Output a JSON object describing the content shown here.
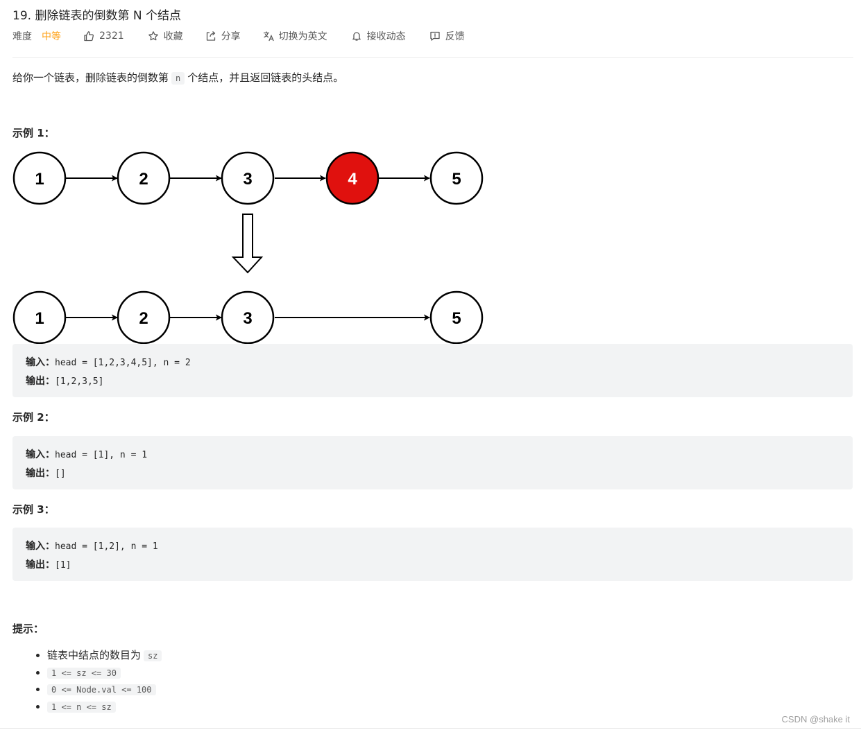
{
  "problem": {
    "title": "19. 删除链表的倒数第 N 个结点"
  },
  "meta": {
    "difficulty_label": "难度",
    "difficulty_value": "中等",
    "likes": "2321",
    "favorite": "收藏",
    "share": "分享",
    "translate": "切换为英文",
    "subscribe": "接收动态",
    "feedback": "反馈"
  },
  "colors": {
    "difficulty_medium": "#ffa116",
    "highlight_node": "#e0110e"
  },
  "description": {
    "before": "给你一个链表，删除链表的倒数第",
    "code": "n",
    "after": "个结点，并且返回链表的头结点。"
  },
  "examples": [
    {
      "title": "示例 1：",
      "input_label": "输入：",
      "input": "head = [1,2,3,4,5], n = 2",
      "output_label": "输出：",
      "output": "[1,2,3,5]"
    },
    {
      "title": "示例 2：",
      "input_label": "输入：",
      "input": "head = [1], n = 1",
      "output_label": "输出：",
      "output": "[]"
    },
    {
      "title": "示例 3：",
      "input_label": "输入：",
      "input": "head = [1,2], n = 1",
      "output_label": "输出：",
      "output": "[1]"
    }
  ],
  "diagram": {
    "before_nodes": [
      "1",
      "2",
      "3",
      "4",
      "5"
    ],
    "after_nodes": [
      "1",
      "2",
      "3",
      "5"
    ],
    "removed_node": "4"
  },
  "hints": {
    "title": "提示：",
    "item1_text": "链表中结点的数目为",
    "item1_code": "sz",
    "item2": "1 <= sz <= 30",
    "item3": "0 <= Node.val <= 100",
    "item4": "1 <= n <= sz"
  },
  "watermark": "CSDN @shake it"
}
